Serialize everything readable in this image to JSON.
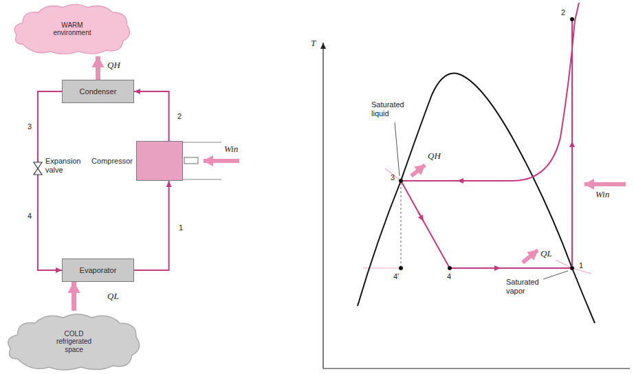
{
  "diagram": {
    "nodes": [
      {
        "text": [
          "WARM environment"
        ]
      },
      {
        "text": [
          "Condenser"
        ]
      },
      {
        "text": [
          "Compressor"
        ]
      },
      {
        "text": [
          "Evaporator"
        ]
      },
      {
        "text": [
          "COLD refrigerated space"
        ]
      }
    ],
    "edges": [
      {
        "from": 2,
        "to": 1,
        "arrow": "to"
      },
      {
        "from": 1,
        "to": 3,
        "arrow": "to"
      },
      {
        "from": 3,
        "to": 2,
        "arrow": "to"
      },
      {
        "from": 1,
        "to": 0,
        "label": "QH",
        "arrow": "to"
      },
      {
        "from": 4,
        "to": 3,
        "label": "QL",
        "arrow": "to"
      }
    ],
    "labels": [
      "2",
      "3",
      "Expansion valve",
      "4",
      "1",
      "Win",
      "T",
      "Saturated liquid",
      "3",
      "4'",
      "4",
      "Saturated vapor",
      "1",
      "2",
      "QH",
      "QL",
      "Win"
    ]
  }
}
